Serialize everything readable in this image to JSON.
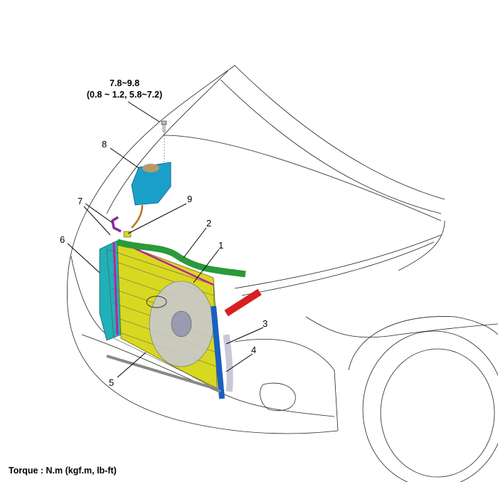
{
  "torque_spec": {
    "value_nm": "7.8~9.8",
    "value_alt": "(0.8 ~ 1.2, 5.8~7.2)"
  },
  "callouts": [
    "1",
    "2",
    "3",
    "4",
    "5",
    "6",
    "7",
    "8",
    "9"
  ],
  "caption": "Torque : N.m (kgf.m, lb-ft)",
  "colors": {
    "reservoir": "#1aa0c8",
    "radiator": "#d8d820",
    "hose_upper": "#2a9a3a",
    "hose_red": "#d82020",
    "bracket_cyan": "#20b0b8",
    "pipe_purple": "#8a2a9a",
    "fan_shroud": "#c8c8d8"
  }
}
